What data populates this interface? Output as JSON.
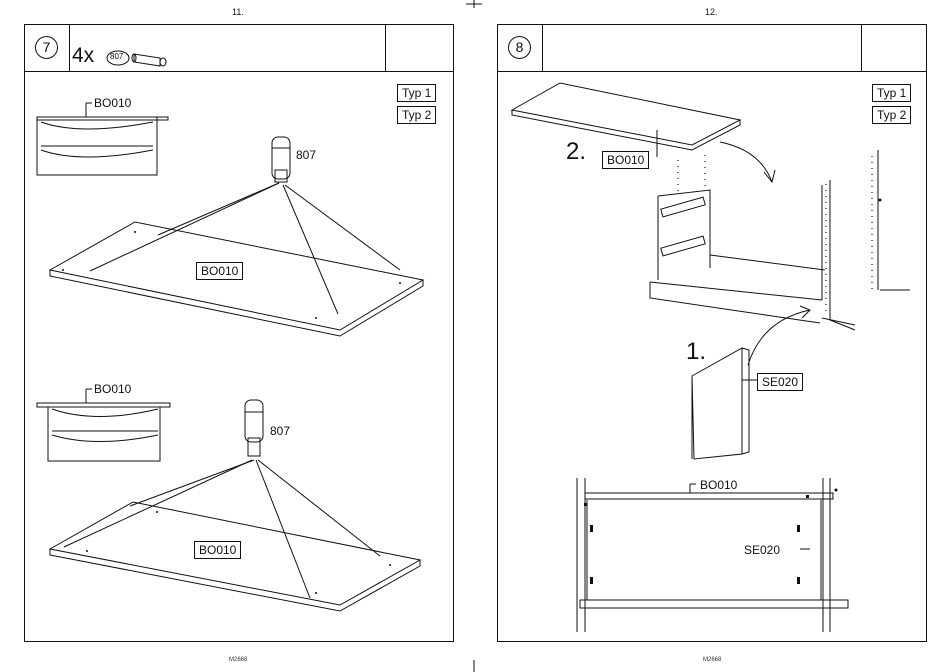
{
  "pages": {
    "left": {
      "page_number": "11.",
      "step": "7",
      "quantity": "4x",
      "part_badge": "807",
      "footer": "M2668"
    },
    "right": {
      "page_number": "12.",
      "step": "8",
      "footer": "M2668"
    }
  },
  "types": {
    "typ1": "Typ 1",
    "typ2": "Typ 2"
  },
  "parts": {
    "bo010": "BO010",
    "se020": "SE020",
    "p807": "807"
  },
  "steps": {
    "first": "1.",
    "second": "2."
  }
}
